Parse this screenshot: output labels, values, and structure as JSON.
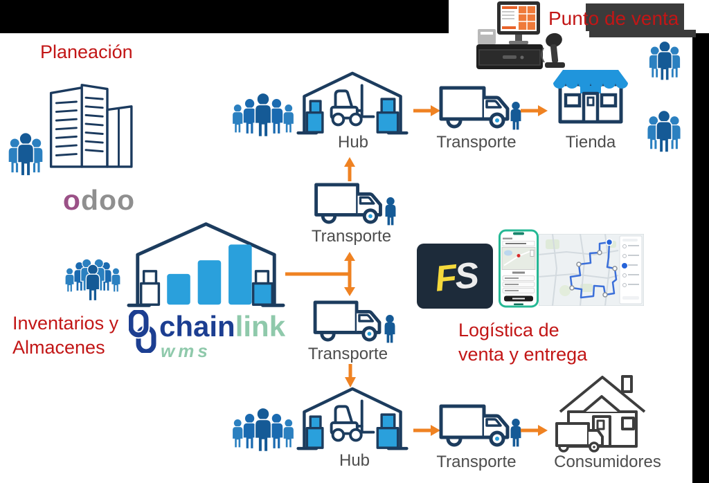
{
  "colors": {
    "accent_red": "#c21616",
    "navy_outline": "#1c3c5e",
    "people_blue": "#1a6ab0",
    "box_blue": "#2aa0dc",
    "arrow_orange": "#ef8222",
    "label_gray": "#4d4d4d",
    "chain_navy": "#1c3e91",
    "seafoam_green": "#8fc9ab",
    "odoo_purple": "#9b5187",
    "odoo_gray": "#8f8f8f",
    "store_blue": "#2095dc",
    "house_gray": "#3d3d3d",
    "fs_bg_navy": "#1d2b3a",
    "fs_yellow": "#f5d93c"
  },
  "pos_section": {
    "title": "Punto de venta"
  },
  "planning_section": {
    "title": "Planeación",
    "odoo_logo_letters": [
      "o",
      "d",
      "o",
      "o"
    ]
  },
  "inventory_section": {
    "title_line1": "Inventarios y",
    "title_line2": "Almacenes",
    "chainlink_logo": {
      "chain": "chain",
      "link": "link",
      "wms": "wms"
    }
  },
  "logistics_section": {
    "title_line1": "Logística de",
    "title_line2": "venta y entrega",
    "fs_logo": {
      "f": "F",
      "s": "S"
    }
  },
  "flow_top": {
    "hub_label": "Hub",
    "transporte_label": "Transporte",
    "tienda_label": "Tienda"
  },
  "flow_middle": {
    "transporte_up_label": "Transporte",
    "transporte_down_label": "Transporte"
  },
  "flow_bottom": {
    "hub_label": "Hub",
    "transporte_label": "Transporte",
    "consumidores_label": "Consumidores"
  }
}
